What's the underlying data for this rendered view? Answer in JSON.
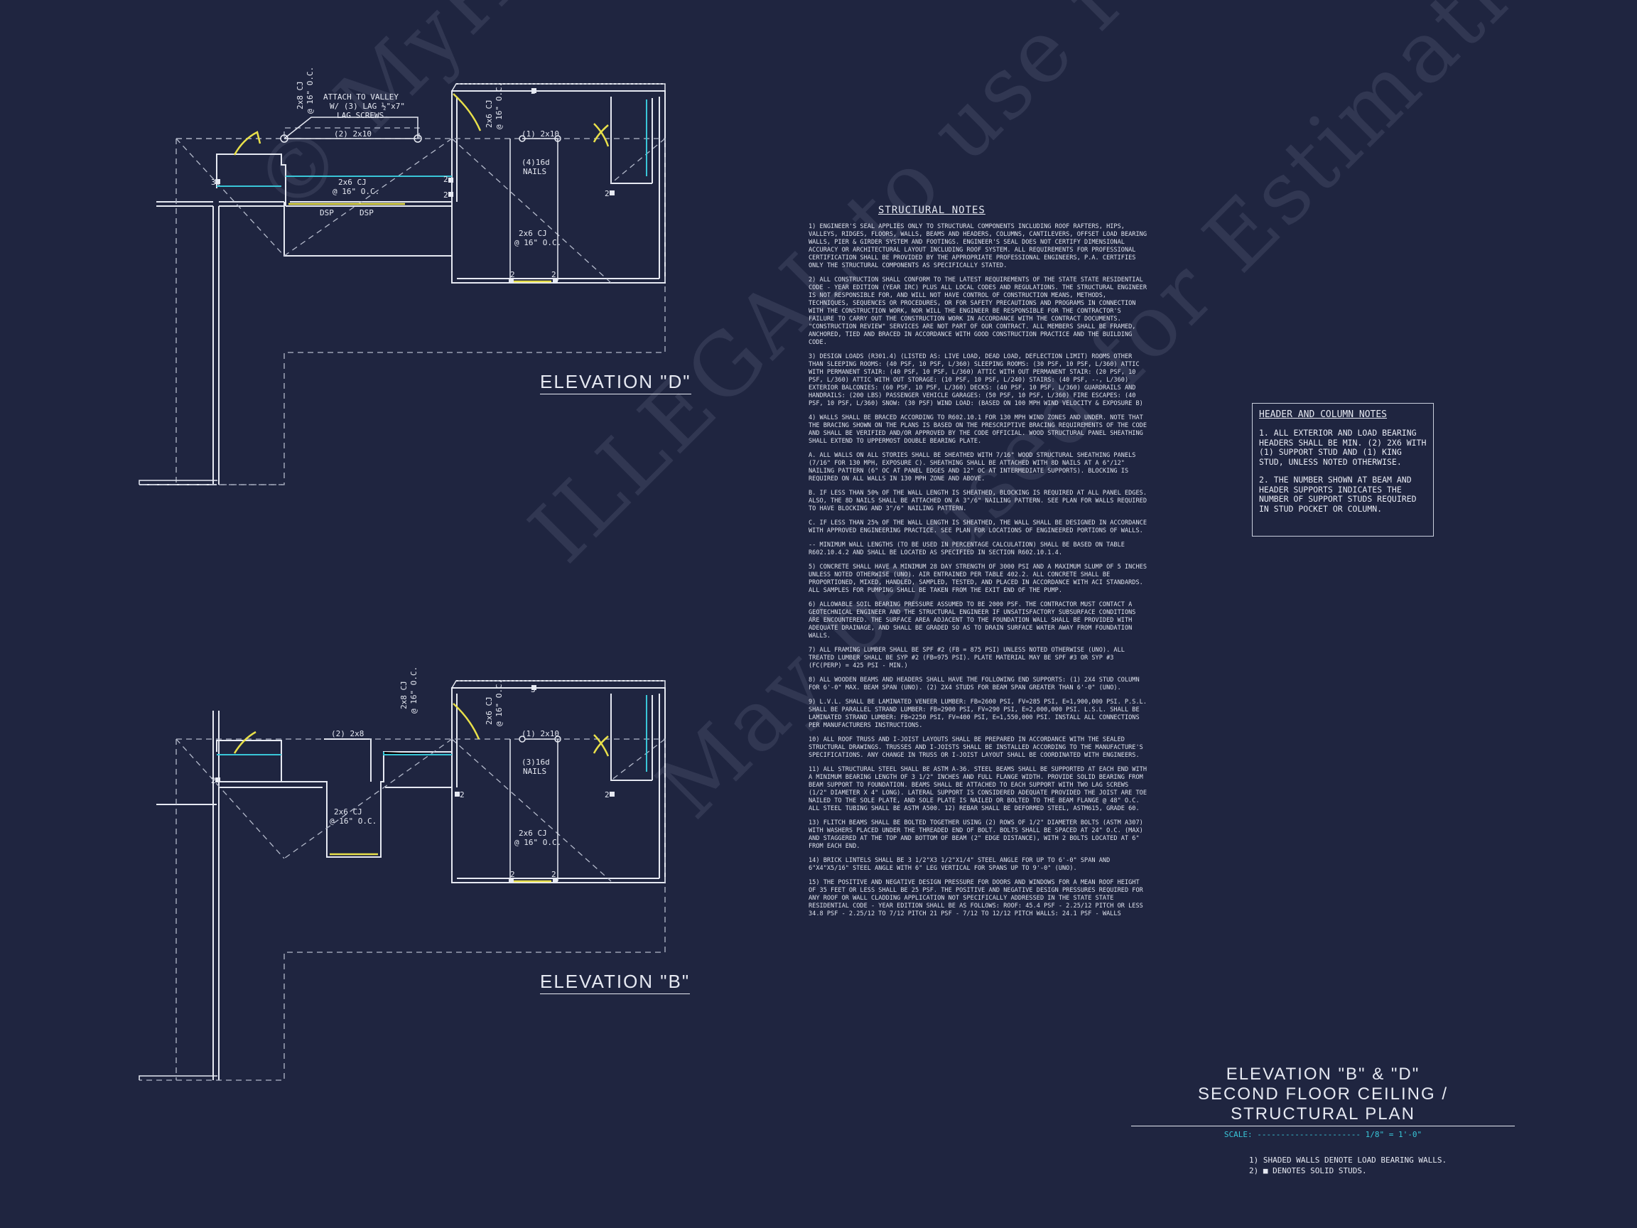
{
  "watermark": {
    "line1": "© MyHomeFloorPlans.com",
    "line2": "ILLEGAL to use for Construction",
    "line3": "May be used for Estimations"
  },
  "elevation_d": {
    "label": "ELEVATION \"D\"",
    "attach_note_1": "ATTACH TO VALLEY",
    "attach_note_2": "W/ (3) LAG ½\"x7\"",
    "attach_note_3": "LAG SCREWS",
    "cj_vertical": "2x8 CJ",
    "cj_vertical_spacing": "@ 16\" O.C.",
    "header": "(2) 2x10",
    "cj_horizontal": "2x6 CJ",
    "cj_horizontal_spacing": "@ 16\" O.C.",
    "dsp_1": "DSP",
    "dsp_2": "DSP",
    "cj_vert2": "2x6 CJ",
    "cj_vert2_spacing": "@ 16\" O.C.",
    "header2": "(1) 2x10",
    "nails_1": "(4)16d",
    "nails_2": "NAILS",
    "cj_center": "2x6 CJ",
    "cj_center_spacing": "@ 16\" O.C.",
    "studs": [
      "3",
      "2",
      "2",
      "2",
      "2",
      "2",
      "2"
    ]
  },
  "elevation_b": {
    "label": "ELEVATION \"B\"",
    "cj_vertical": "2x8 CJ",
    "cj_vertical_spacing": "@ 16\" O.C.",
    "header": "(2) 2x8",
    "cj_left": "2x6 CJ",
    "cj_left_spacing": "@ 16\" O.C.",
    "cj_vert2": "2x6 CJ",
    "cj_vert2_spacing": "@ 16\" O.C.",
    "header2": "(1) 2x10",
    "nails_1": "(3)16d",
    "nails_2": "NAILS",
    "cj_center": "2x6 CJ",
    "cj_center_spacing": "@ 16\" O.C.",
    "studs": [
      "3",
      "2",
      "2",
      "2",
      "2",
      "2"
    ]
  },
  "structural_notes": {
    "title": "STRUCTURAL NOTES",
    "paragraphs": [
      "1) ENGINEER'S SEAL APPLIES ONLY TO STRUCTURAL COMPONENTS INCLUDING ROOF RAFTERS, HIPS, VALLEYS, RIDGES, FLOORS, WALLS, BEAMS AND HEADERS, COLUMNS, CANTILEVERS, OFFSET LOAD BEARING WALLS, PIER & GIRDER SYSTEM AND FOOTINGS. ENGINEER'S SEAL DOES NOT CERTIFY DIMENSIONAL ACCURACY OR ARCHITECTURAL LAYOUT INCLUDING ROOF SYSTEM. ALL REQUIREMENTS FOR PROFESSIONAL CERTIFICATION SHALL BE PROVIDED BY THE APPROPRIATE PROFESSIONAL ENGINEERS, P.A. CERTIFIES ONLY THE STRUCTURAL COMPONENTS AS SPECIFICALLY STATED.",
      "2) ALL CONSTRUCTION SHALL CONFORM TO THE LATEST REQUIREMENTS OF THE STATE STATE RESIDENTIAL CODE - YEAR EDITION (YEAR IRC) PLUS ALL LOCAL CODES AND REGULATIONS. THE STRUCTURAL ENGINEER IS NOT RESPONSIBLE FOR, AND WILL NOT HAVE CONTROL OF CONSTRUCTION MEANS, METHODS, TECHNIQUES, SEQUENCES OR PROCEDURES, OR FOR SAFETY PRECAUTIONS AND PROGRAMS IN CONNECTION WITH THE CONSTRUCTION WORK, NOR WILL THE ENGINEER BE RESPONSIBLE FOR THE CONTRACTOR'S FAILURE TO CARRY OUT THE CONSTRUCTION WORK IN ACCORDANCE WITH THE CONTRACT DOCUMENTS. \"CONSTRUCTION REVIEW\" SERVICES ARE NOT PART OF OUR CONTRACT. ALL MEMBERS SHALL BE FRAMED, ANCHORED, TIED AND BRACED IN ACCORDANCE WITH GOOD CONSTRUCTION PRACTICE AND THE BUILDING CODE.",
      "3) DESIGN LOADS (R301.4) (LISTED AS: LIVE LOAD, DEAD LOAD, DEFLECTION LIMIT) ROOMS OTHER THAN SLEEPING ROOMS: (40 PSF, 10 PSF, L/360) SLEEPING ROOMS: (30 PSF, 10 PSF, L/360) ATTIC WITH PERMANENT STAIR: (40 PSF, 10 PSF, L/360) ATTIC WITH OUT PERMANENT STAIR: (20 PSF, 10 PSF, L/360) ATTIC WITH OUT STORAGE: (10 PSF, 10 PSF, L/240) STAIRS: (40 PSF, --, L/360) EXTERIOR BALCONIES: (60 PSF, 10 PSF, L/360) DECKS: (40 PSF, 10 PSF, L/360) GUARDRAILS AND HANDRAILS: (200 LBS) PASSENGER VEHICLE GARAGES: (50 PSF, 10 PSF, L/360) FIRE ESCAPES: (40 PSF, 10 PSF, L/360) SNOW: (30 PSF) WIND LOAD: (BASED ON 100 MPH WIND VELOCITY & EXPOSURE B)",
      "4) WALLS SHALL BE BRACED ACCORDING TO R602.10.1 FOR 130 MPH WIND ZONES AND UNDER. NOTE THAT THE BRACING SHOWN ON THE PLANS IS BASED ON THE PRESCRIPTIVE BRACING REQUIREMENTS OF THE CODE AND SHALL BE VERIFIED AND/OR APPROVED BY THE CODE OFFICIAL. WOOD STRUCTURAL PANEL SHEATHING SHALL EXTEND TO UPPERMOST DOUBLE BEARING PLATE.",
      "a. ALL WALLS ON ALL STORIES SHALL BE SHEATHED WITH 7/16\" WOOD STRUCTURAL SHEATHING PANELS (7/16\" FOR 130 MPH, EXPOSURE C). SHEATHING SHALL BE ATTACHED WITH 8d NAILS AT A 6\"/12\" NAILING PATTERN (6\" OC AT PANEL EDGES AND 12\" OC AT INTERMEDIATE SUPPORTS). BLOCKING IS REQUIRED ON ALL WALLS IN 130 MPH ZONE AND ABOVE.",
      "b. IF LESS THAN 50% OF THE WALL LENGTH IS SHEATHED, BLOCKING IS REQUIRED AT ALL PANEL EDGES. ALSO, THE 8d NAILS SHALL BE ATTACHED ON A 3\"/6\" NAILING PATTERN. SEE PLAN FOR WALLS REQUIRED TO HAVE BLOCKING AND 3\"/6\" NAILING PATTERN.",
      "c. IF LESS THAN 25% OF THE WALL LENGTH IS SHEATHED, THE WALL SHALL BE DESIGNED IN ACCORDANCE WITH APPROVED ENGINEERING PRACTICE. SEE PLAN FOR LOCATIONS OF ENGINEERED PORTIONS OF WALLS.",
      "-- MINIMUM WALL LENGTHS (TO BE USED IN PERCENTAGE CALCULATION) SHALL BE BASED ON TABLE R602.10.4.2 AND SHALL BE LOCATED AS SPECIFIED IN SECTION R602.10.1.4.",
      "5) CONCRETE SHALL HAVE A MINIMUM 28 DAY STRENGTH OF 3000 PSI AND A MAXIMUM SLUMP OF 5 INCHES UNLESS NOTED OTHERWISE (UNO). AIR ENTRAINED PER TABLE 402.2. ALL CONCRETE SHALL BE PROPORTIONED, MIXED, HANDLED, SAMPLED, TESTED, AND PLACED IN ACCORDANCE WITH ACI STANDARDS. ALL SAMPLES FOR PUMPING SHALL BE TAKEN FROM THE EXIT END OF THE PUMP.",
      "6) ALLOWABLE SOIL BEARING PRESSURE ASSUMED TO BE 2000 PSF. THE CONTRACTOR MUST CONTACT A GEOTECHNICAL ENGINEER AND THE STRUCTURAL ENGINEER IF UNSATISFACTORY SUBSURFACE CONDITIONS ARE ENCOUNTERED. THE SURFACE AREA ADJACENT TO THE FOUNDATION WALL SHALL BE PROVIDED WITH ADEQUATE DRAINAGE, AND SHALL BE GRADED SO AS TO DRAIN SURFACE WATER AWAY FROM FOUNDATION WALLS.",
      "7) ALL FRAMING LUMBER SHALL BE SPF #2 (Fb = 875 PSI) UNLESS NOTED OTHERWISE (UNO). ALL TREATED LUMBER SHALL BE SYP #2 (Fb=975 PSI). PLATE MATERIAL MAY BE SPF #3 OR SYP #3 (Fc(perp) = 425 PSI - MIN.)",
      "8) ALL WOODEN BEAMS AND HEADERS SHALL HAVE THE FOLLOWING END SUPPORTS: (1) 2x4 STUD COLUMN FOR 6'-0\" MAX. BEAM SPAN (UNO). (2) 2x4 STUDS FOR BEAM SPAN GREATER THAN 6'-0\" (UNO).",
      "9) L.V.L. SHALL BE LAMINATED VENEER LUMBER: Fb=2600 PSI, Fv=285 PSI, E=1,900,000 PSI. P.S.L. SHALL BE PARALLEL STRAND LUMBER: Fb=2900 PSI, Fv=290 PSI, E=2,000,000 PSI. L.S.L. SHALL BE LAMINATED STRAND LUMBER: Fb=2250 PSI, Fv=400 PSI, E=1,550,000 PSI. INSTALL ALL CONNECTIONS PER MANUFACTURERS INSTRUCTIONS.",
      "10) ALL ROOF TRUSS AND I-JOIST LAYOUTS SHALL BE PREPARED IN ACCORDANCE WITH THE SEALED STRUCTURAL DRAWINGS. TRUSSES AND I-JOISTS SHALL BE INSTALLED ACCORDING TO THE MANUFACTURE'S SPECIFICATIONS. ANY CHANGE IN TRUSS OR I-JOIST LAYOUT SHALL BE COORDINATED WITH ENGINEERS.",
      "11) ALL STRUCTURAL STEEL SHALL BE ASTM A-36. STEEL BEAMS SHALL BE SUPPORTED AT EACH END WITH A MINIMUM BEARING LENGTH OF 3 1/2\" INCHES AND FULL FLANGE WIDTH. PROVIDE SOLID BEARING FROM BEAM SUPPORT TO FOUNDATION. BEAMS SHALL BE ATTACHED TO EACH SUPPORT WITH TWO LAG SCREWS (1/2\" DIAMETER x 4\" LONG). LATERAL SUPPORT IS CONSIDERED ADEQUATE PROVIDED THE JOIST ARE TOE NAILED TO THE SOLE PLATE, AND SOLE PLATE IS NAILED OR BOLTED TO THE BEAM FLANGE @ 48\" O.C. ALL STEEL TUBING SHALL BE ASTM A500. 12) REBAR SHALL BE DEFORMED STEEL, ASTM615, GRADE 60.",
      "13) FLITCH BEAMS SHALL BE BOLTED TOGETHER USING (2) ROWS OF 1/2\" DIAMETER BOLTS (ASTM A307) WITH WASHERS PLACED UNDER THE THREADED END OF BOLT. BOLTS SHALL BE SPACED AT 24\" O.C. (MAX) AND STAGGERED AT THE TOP AND BOTTOM OF BEAM (2\" EDGE DISTANCE), WITH 2 BOLTS LOCATED AT 6\" FROM EACH END.",
      "14) BRICK LINTELS SHALL BE 3 1/2\"x3 1/2\"x1/4\" STEEL ANGLE FOR UP TO 6'-0\" SPAN AND 6\"x4\"x5/16\" STEEL ANGLE WITH 6\" LEG VERTICAL FOR SPANS UP TO 9'-0\" (UNO).",
      "15) THE POSITIVE AND NEGATIVE DESIGN PRESSURE FOR DOORS AND WINDOWS FOR A MEAN ROOF HEIGHT OF 35 FEET OR LESS SHALL BE 25 PSF. THE POSITIVE AND NEGATIVE DESIGN PRESSURES REQUIRED FOR ANY ROOF OR WALL CLADDING APPLICATION NOT SPECIFICALLY ADDRESSED IN THE STATE STATE RESIDENTIAL CODE - YEAR EDITION SHALL BE AS FOLLOWS: ROOF: 45.4 PSF - 2.25/12 PITCH OR LESS 34.8 PSF - 2.25/12 TO 7/12 PITCH 21 PSF - 7/12 TO 12/12 PITCH WALLS: 24.1 PSF - WALLS"
    ]
  },
  "header_notes": {
    "title": "HEADER AND COLUMN NOTES",
    "note1": "1. ALL EXTERIOR AND LOAD BEARING HEADERS SHALL BE MIN. (2) 2x6 WITH (1) SUPPORT STUD AND (1) KING STUD, UNLESS NOTED OTHERWISE.",
    "note2": "2. THE NUMBER SHOWN AT BEAM AND HEADER SUPPORTS INDICATES THE NUMBER OF SUPPORT STUDS REQUIRED IN STUD POCKET OR COLUMN."
  },
  "title_block": {
    "line1": "ELEVATION \"B\" & \"D\"",
    "line2": "SECOND FLOOR CEILING / STRUCTURAL PLAN",
    "scale": "SCALE: ---------------------- 1/8\" = 1'-0\""
  },
  "legend": {
    "item1": "1) SHADED WALLS DENOTE LOAD BEARING WALLS.",
    "item2": "2) ■ DENOTES SOLID STUDS."
  },
  "colors": {
    "background": "#1f2540",
    "line": "#e6e9f2",
    "dashed": "#b4bacb",
    "accent_cyan": "#39c6d8",
    "accent_yellow": "#e8e04a"
  }
}
